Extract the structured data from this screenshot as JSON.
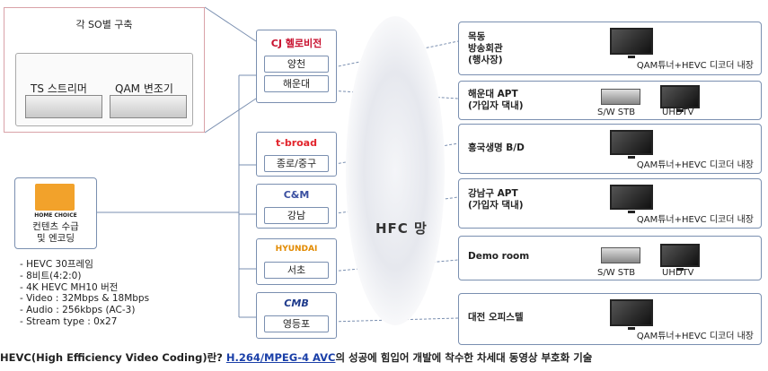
{
  "so_box": {
    "title": "각 SO별 구축",
    "stream_label": "TS 스트리머",
    "qam_label": "QAM 변조기"
  },
  "msos": [
    {
      "id": "cj",
      "logo": "CJ 헬로비전",
      "logo_color": "#c8102e",
      "regions": [
        "양천",
        "해운대"
      ]
    },
    {
      "id": "tbroad",
      "logo": "t-broad",
      "logo_color": "#e2242c",
      "regions": [
        "종로/중구"
      ]
    },
    {
      "id": "cnm",
      "logo": "C&M",
      "logo_color": "#3a4fa0",
      "regions": [
        "강남"
      ]
    },
    {
      "id": "hyundai",
      "logo": "HYUNDAI",
      "logo_color": "#e28a00",
      "regions": [
        "서초"
      ]
    },
    {
      "id": "cmb",
      "logo": "CMB",
      "logo_color": "#1f3b8c",
      "regions": [
        "영등포"
      ]
    }
  ],
  "sites": [
    {
      "name": "목동\n방송회관\n(행사장)",
      "devices": [
        "tv"
      ],
      "caption": "QAM튜너+HEVC 디코더 내장"
    },
    {
      "name": "해운대 APT\n(가입자 댁내)",
      "devices": [
        "stb",
        "tv"
      ],
      "caption_stb": "S/W STB",
      "caption_tv": "UHDTV"
    },
    {
      "name": "흥국생명 B/D",
      "devices": [
        "tv"
      ],
      "caption": "QAM튜너+HEVC 디코더 내장"
    },
    {
      "name": "강남구 APT\n(가입자 댁내)",
      "devices": [
        "tv"
      ],
      "caption": "QAM튜너+HEVC 디코더 내장"
    },
    {
      "name": "Demo room",
      "devices": [
        "stb",
        "tv"
      ],
      "caption_stb": "S/W STB",
      "caption_tv": "UHDTV"
    },
    {
      "name": "대전 오피스텔",
      "devices": [
        "tv"
      ],
      "caption": "QAM튜너+HEVC 디코더 내장"
    }
  ],
  "network": {
    "label": "HFC 망"
  },
  "source": {
    "logo": "HOME CHOICE",
    "label": "컨텐츠 수급\n및 엔코딩"
  },
  "specs": [
    "- HEVC 30프레임",
    "- 8비트(4:2:0)",
    "- 4K HEVC MH10 버전",
    "- Video : 32Mbps & 18Mbps",
    "- Audio : 256kbps (AC-3)",
    "- Stream type : 0x27"
  ],
  "footer": {
    "pre": "HEVC(High Efficiency Video Coding)란? ",
    "link": "H.264/MPEG-4 AVC",
    "post": "의 성공에 힘입어 개발에 착수한 차세대 동영상 부호화 기술"
  }
}
